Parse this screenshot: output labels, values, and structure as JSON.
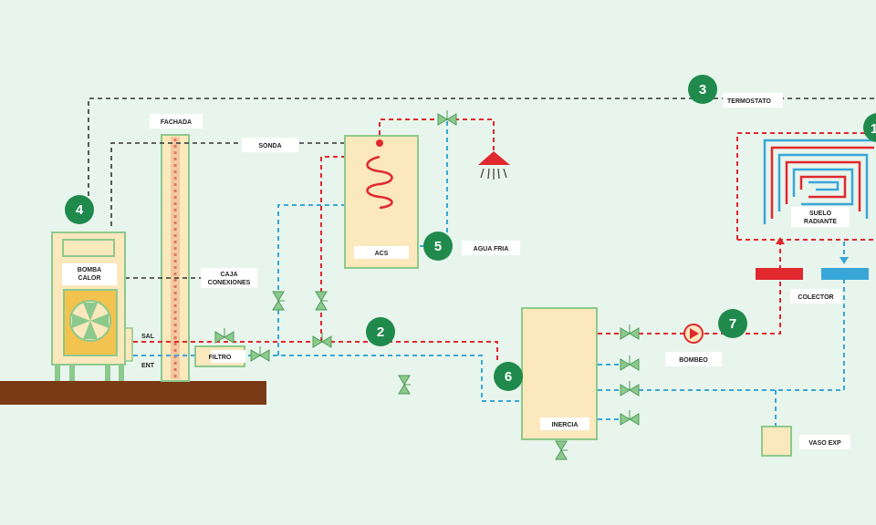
{
  "colors": {
    "background": "#e8f5ec",
    "hot_line": "#e0282e",
    "cold_line": "#39a6d8",
    "control_line": "#333333",
    "equipment_fill": "#fbe8bd",
    "equipment_border": "#8cc98c",
    "marker_green": "#1f8a4c",
    "ground": "#7a3a16"
  },
  "markers": {
    "m1": "1",
    "m2": "2",
    "m3": "3",
    "m4": "4",
    "m5": "5",
    "m6": "6",
    "m7": "7"
  },
  "labels": {
    "fachada": "FACHADA",
    "sonda": "SONDA",
    "termostato": "TERMOSTATO",
    "bomba_calor_1": "BOMBA",
    "bomba_calor_2": "CALOR",
    "caja_conexiones_1": "CAJA",
    "caja_conexiones_2": "CONEXIONES",
    "sal": "SAL",
    "ent": "ENT",
    "filtro": "FILTRO",
    "acs": "ACS",
    "agua_fria": "AGUA FRIA",
    "inercia": "INERCIA",
    "bombeo": "BOMBEO",
    "colector": "COLECTOR",
    "vaso_exp": "VASO EXP",
    "suelo_radiante_1": "SUELO",
    "suelo_radiante_2": "RADIANTE"
  }
}
